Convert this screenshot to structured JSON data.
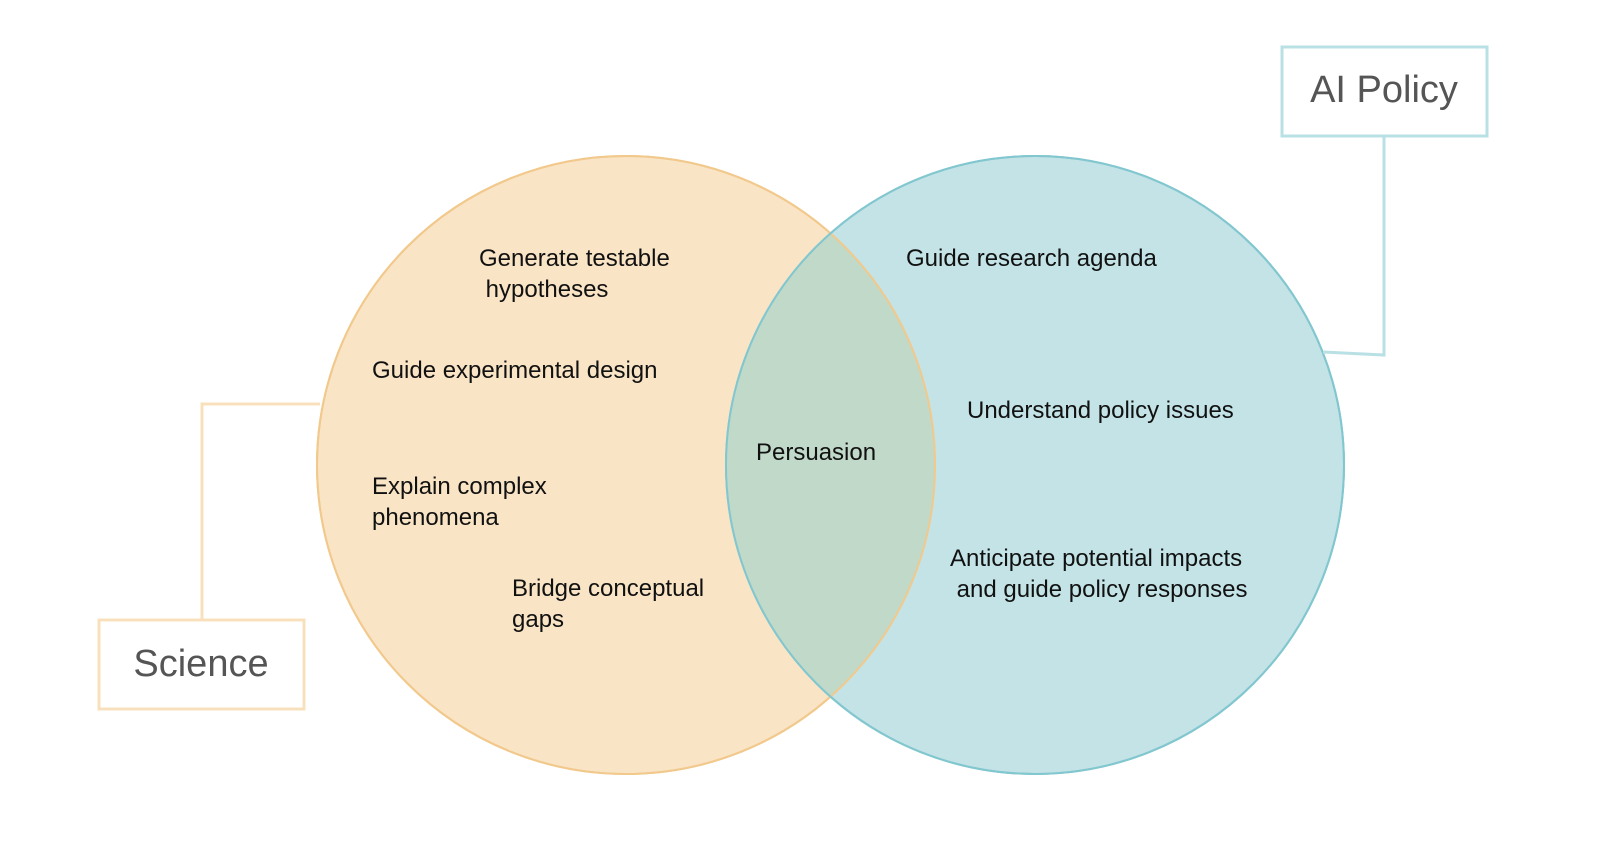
{
  "colors": {
    "science_fill": "#f9e4c6",
    "science_stroke": "#f2c98c",
    "ai_policy_fill": "#c3e3e6",
    "ai_policy_stroke": "#82c7cf",
    "overlap_fill": "#c1d9c8",
    "science_label_border": "#f8e0bd",
    "ai_policy_label_border": "#b9e0e4",
    "item_text": "#111111",
    "label_text": "#555555"
  },
  "science": {
    "label": "Science",
    "items": [
      [
        "Generate testable",
        " hypotheses"
      ],
      [
        "Guide experimental design"
      ],
      [
        "Explain complex",
        "phenomena"
      ],
      [
        "Bridge conceptual",
        "gaps"
      ]
    ]
  },
  "ai_policy": {
    "label": "AI Policy",
    "items": [
      [
        "Guide research agenda"
      ],
      [
        "Understand policy issues"
      ],
      [
        "Anticipate potential impacts",
        " and guide policy responses"
      ]
    ]
  },
  "overlap": {
    "label": "Persuasion"
  }
}
